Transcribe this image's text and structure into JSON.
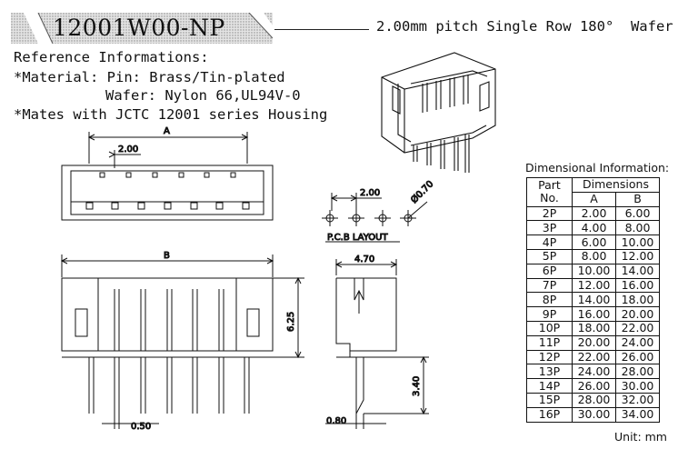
{
  "title": {
    "part_number": "12001W00-NP",
    "description": "2.00mm pitch Single Row 180°  Wafer"
  },
  "reference": {
    "heading": "Reference Informations:",
    "material_line": "*Material: Pin: Brass/Tin-plated",
    "wafer_line": "Wafer: Nylon 66,UL94V-0",
    "mates_line": "*Mates with JCTC 12001 series Housing"
  },
  "drawing": {
    "dim_a": "A",
    "dim_b": "B",
    "pitch": "2.00",
    "pcb_pitch": "2.00",
    "hole_dia": "Ø0.70",
    "pcb_label": "P.C.B LAYOUT",
    "width": "4.70",
    "height": "6.25",
    "tail": "3.40",
    "pin_width": "0.50",
    "pin_thick": "0.80"
  },
  "dimensional": {
    "heading": "Dimensional  Information:",
    "col_part": [
      "Part",
      "No."
    ],
    "col_dims": "Dimensions",
    "col_a": "A",
    "col_b": "B",
    "rows": [
      {
        "part": "2P",
        "a": "2.00",
        "b": "6.00"
      },
      {
        "part": "3P",
        "a": "4.00",
        "b": "8.00"
      },
      {
        "part": "4P",
        "a": "6.00",
        "b": "10.00"
      },
      {
        "part": "5P",
        "a": "8.00",
        "b": "12.00"
      },
      {
        "part": "6P",
        "a": "10.00",
        "b": "14.00"
      },
      {
        "part": "7P",
        "a": "12.00",
        "b": "16.00"
      },
      {
        "part": "8P",
        "a": "14.00",
        "b": "18.00"
      },
      {
        "part": "9P",
        "a": "16.00",
        "b": "20.00"
      },
      {
        "part": "10P",
        "a": "18.00",
        "b": "22.00"
      },
      {
        "part": "11P",
        "a": "20.00",
        "b": "24.00"
      },
      {
        "part": "12P",
        "a": "22.00",
        "b": "26.00"
      },
      {
        "part": "13P",
        "a": "24.00",
        "b": "28.00"
      },
      {
        "part": "14P",
        "a": "26.00",
        "b": "30.00"
      },
      {
        "part": "15P",
        "a": "28.00",
        "b": "32.00"
      },
      {
        "part": "16P",
        "a": "30.00",
        "b": "34.00"
      }
    ],
    "unit": "Unit: mm"
  }
}
